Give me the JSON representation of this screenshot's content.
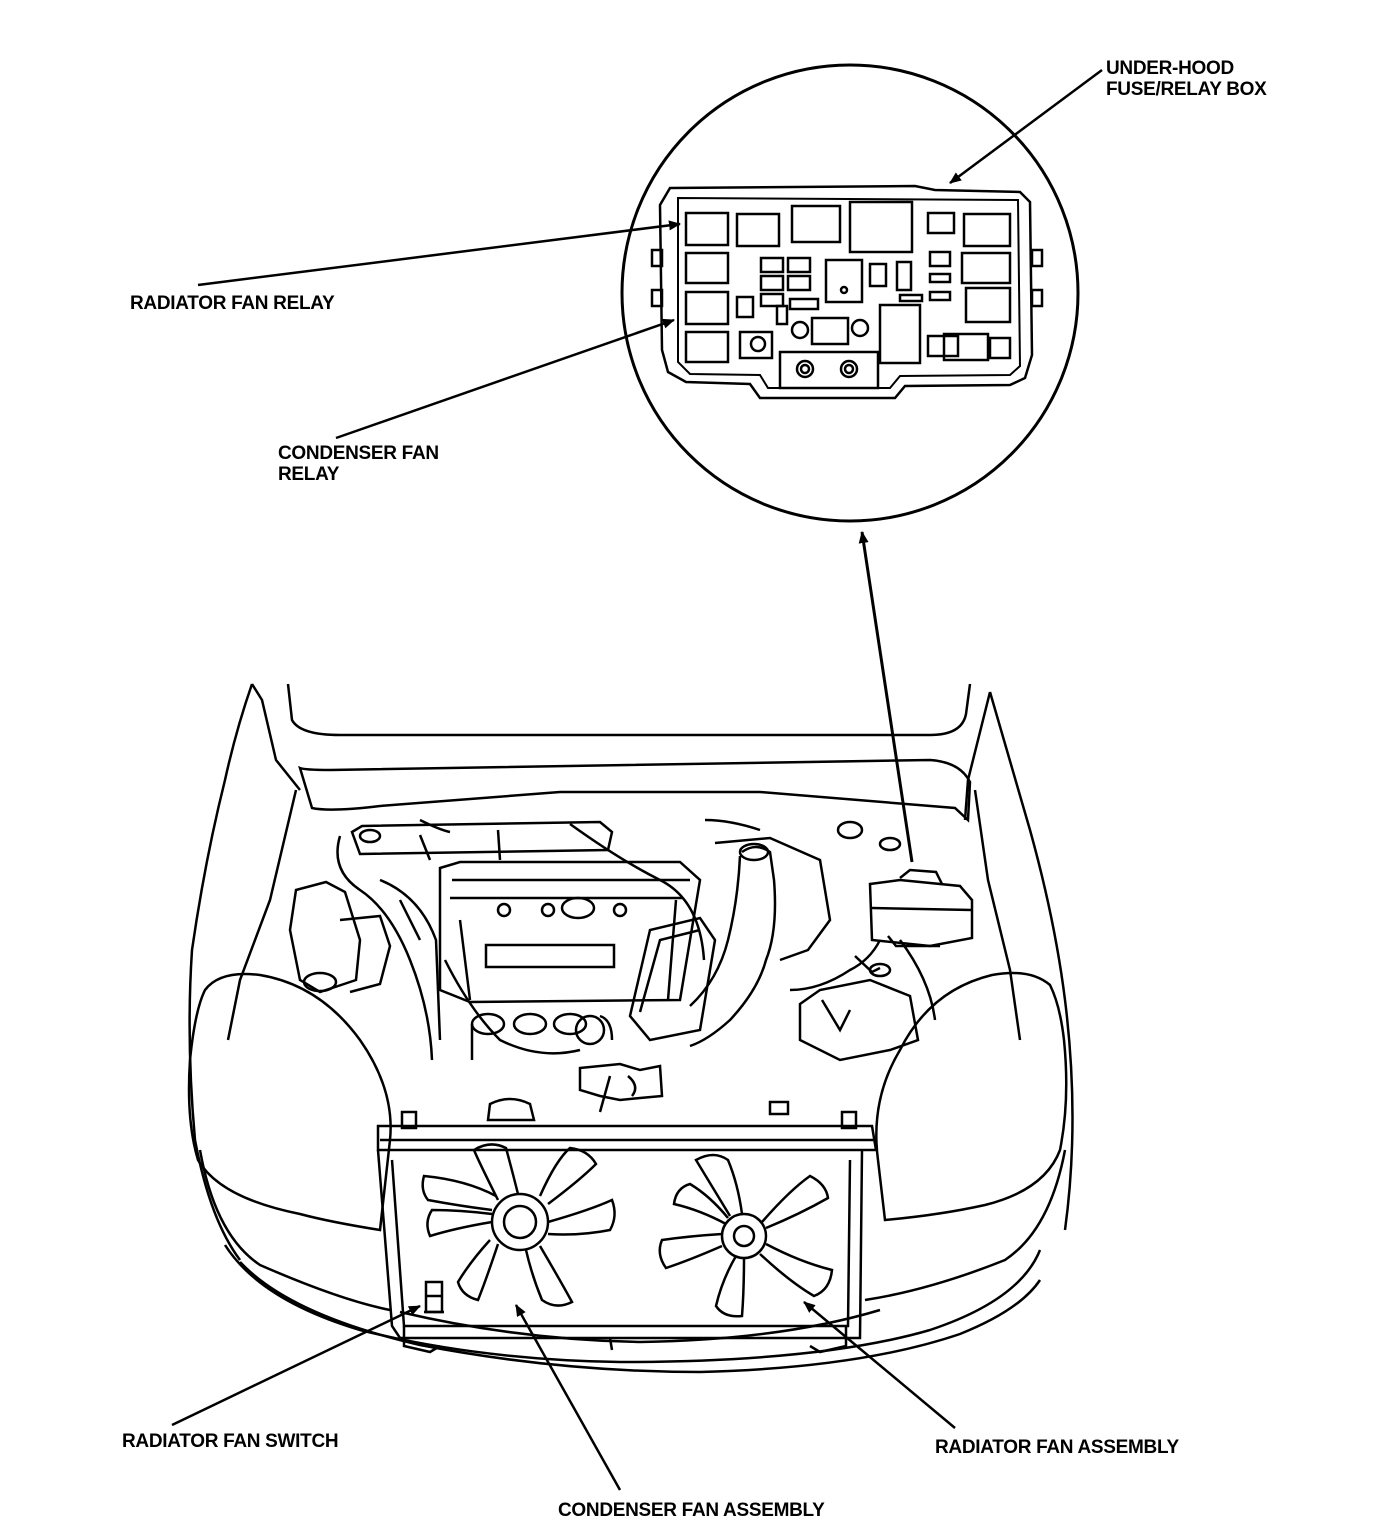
{
  "labels": {
    "under_hood_box": [
      "UNDER-HOOD",
      "FUSE/RELAY BOX"
    ],
    "radiator_fan_relay": "RADIATOR FAN RELAY",
    "condenser_fan_relay": [
      "CONDENSER FAN",
      "RELAY"
    ],
    "radiator_fan_switch": "RADIATOR FAN SWITCH",
    "radiator_fan_assembly": "RADIATOR FAN ASSEMBLY",
    "condenser_fan_assembly": "CONDENSER FAN ASSEMBLY"
  },
  "colors": {
    "ink": "#000000",
    "paper": "#ffffff"
  }
}
